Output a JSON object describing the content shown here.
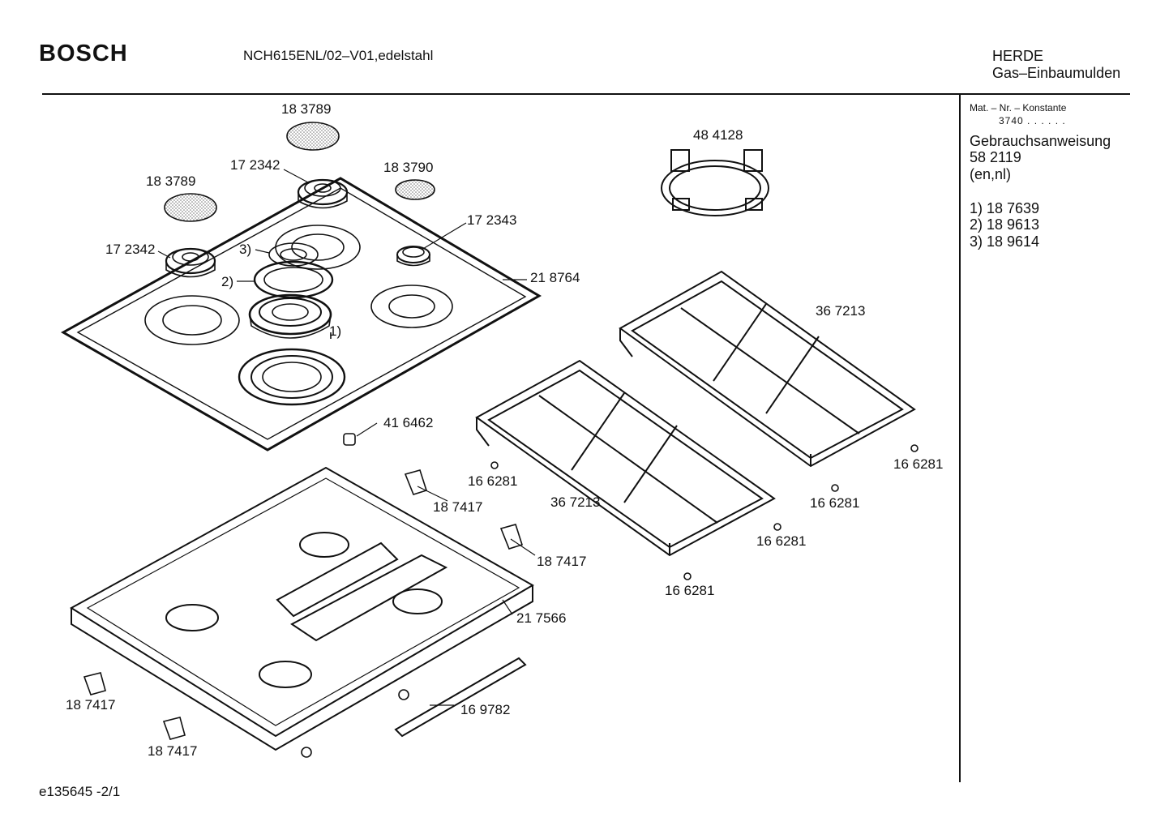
{
  "header": {
    "brand": "BOSCH",
    "model": "NCH615ENL/02–V01,edelstahl",
    "category_line1": "HERDE",
    "category_line2": "Gas–Einbaumulden"
  },
  "sidebar": {
    "mat_label": "Mat. – Nr. – Konstante",
    "mat_value": "3740  .  .   .  .  .  .",
    "manual_title": "Gebrauchsanweisung",
    "manual_number": "58 2119",
    "manual_langs": "(en,nl)",
    "notes": [
      "1)  18 7639",
      "2)  18 9613",
      "3)  18 9614"
    ]
  },
  "parts": {
    "p183789a": "18 3789",
    "p183789b": "18 3789",
    "p172342a": "17 2342",
    "p183790": "18 3790",
    "p172343": "17 2343",
    "p172342b": "17 2342",
    "n3": "3)",
    "n2": "2)",
    "n1": "1)",
    "p218764": "21 8764",
    "p484128": "48 4128",
    "p367213a": "36 7213",
    "p367213b": "36 7213",
    "p416462": "41 6462",
    "p166281a": "16 6281",
    "p166281b": "16 6281",
    "p166281c": "16 6281",
    "p166281d": "16 6281",
    "p166281e": "16 6281",
    "p187417a": "18 7417",
    "p187417b": "18 7417",
    "p187417c": "18 7417",
    "p187417d": "18 7417",
    "p217566": "21 7566",
    "p169782": "16 9782"
  },
  "footer": {
    "code": "e135645   -2/1"
  }
}
